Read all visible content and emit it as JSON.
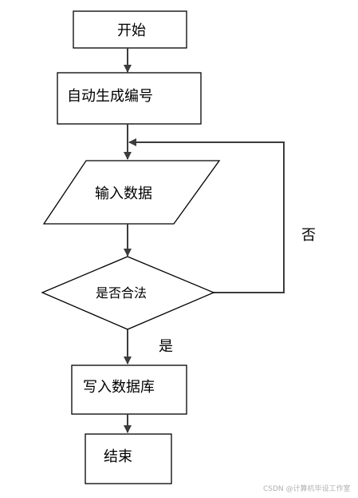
{
  "nodes": {
    "start": {
      "label": "开始"
    },
    "generate_id": {
      "label": "自动生成编号"
    },
    "input_data": {
      "label": "输入数据"
    },
    "is_valid": {
      "label": "是否合法"
    },
    "write_db": {
      "label": "写入数据库"
    },
    "end": {
      "label": "结束"
    }
  },
  "edges": {
    "no_label": "否",
    "yes_label": "是"
  },
  "watermark": "CSDN @计算机毕设工作室",
  "colors": {
    "stroke": "#000000",
    "arrow": "#3c3c3c",
    "watermark": "#b0b0b0",
    "background": "#ffffff"
  }
}
